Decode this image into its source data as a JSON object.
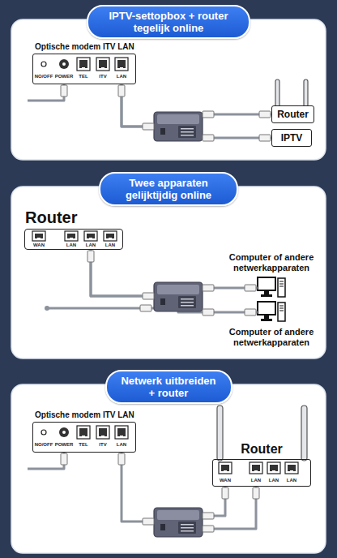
{
  "diagram": {
    "nodes": [
      {
        "text": [
          "IPTV-settopbox + router tegelijk online"
        ]
      },
      {
        "text": [
          "Optische modem ITV LAN"
        ],
        "in": 0
      },
      {
        "text": [
          "Router"
        ],
        "in": 0
      },
      {
        "text": [
          "IPTV"
        ],
        "in": 0
      },
      {
        "text": [
          "Twee apparaten gelijktijdig online"
        ]
      },
      {
        "text": [
          "Router"
        ],
        "in": 4
      },
      {
        "text": [
          "Computer of andere netwerkapparaten"
        ],
        "in": 4
      },
      {
        "text": [
          "Computer of andere netwerkapparaten"
        ],
        "in": 4
      },
      {
        "text": [
          "Netwerk uitbreiden + router"
        ]
      },
      {
        "text": [
          "Optische modem ITV LAN"
        ],
        "in": 8
      },
      {
        "text": [
          "Router"
        ],
        "in": 8
      }
    ],
    "edges": [
      {
        "from": 1,
        "to": 2,
        "arrow": "none"
      },
      {
        "from": 1,
        "to": 3,
        "arrow": "none"
      },
      {
        "from": 5,
        "to": 6,
        "arrow": "none"
      },
      {
        "from": 5,
        "to": 7,
        "arrow": "none"
      },
      {
        "from": 9,
        "to": 10,
        "arrow": "none"
      }
    ],
    "labels": [
      "NO/OFF",
      "POWER",
      "TEL",
      "ITV",
      "LAN",
      "WAN",
      "LAN",
      "LAN",
      "LAN",
      "NO/OFF",
      "POWER",
      "TEL",
      "ITV",
      "LAN",
      "WAN",
      "LAN",
      "LAN",
      "LAN"
    ]
  }
}
